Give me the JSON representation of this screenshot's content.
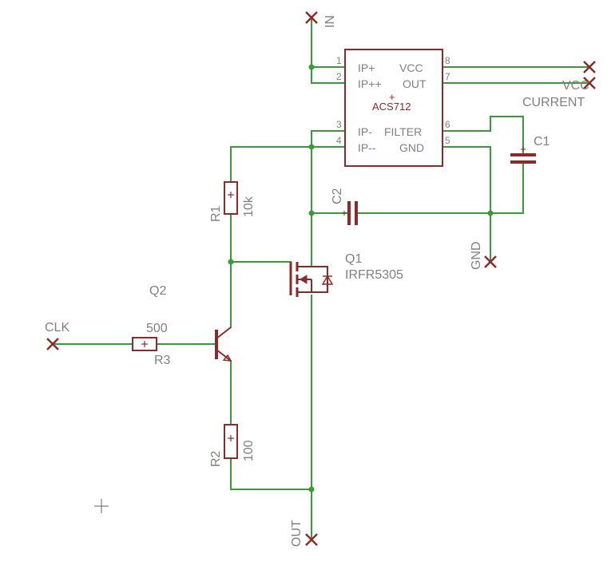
{
  "ic": {
    "name": "ACS712",
    "pins_left": [
      {
        "num": "1",
        "label": "IP+"
      },
      {
        "num": "2",
        "label": "IP++"
      },
      {
        "num": "3",
        "label": "IP-"
      },
      {
        "num": "4",
        "label": "IP--"
      }
    ],
    "pins_right": [
      {
        "num": "8",
        "label": "VCC"
      },
      {
        "num": "7",
        "label": "OUT"
      },
      {
        "num": "6",
        "label": "FILTER"
      },
      {
        "num": "5",
        "label": "GND"
      }
    ]
  },
  "nets": {
    "in": "IN",
    "vcc": "VCC",
    "current": "CURRENT",
    "gnd": "GND",
    "clk": "CLK",
    "out": "OUT"
  },
  "parts": {
    "c1": {
      "name": "C1"
    },
    "c2": {
      "name": "C2"
    },
    "r1": {
      "name": "R1",
      "value": "10k"
    },
    "r2": {
      "name": "R2",
      "value": "100"
    },
    "r3": {
      "name": "R3",
      "value": "500"
    },
    "q1": {
      "name": "Q1",
      "value": "IRFR5305"
    },
    "q2": {
      "name": "Q2"
    }
  },
  "colors": {
    "wire": "#3a9a3a",
    "part": "#8b2a2a",
    "label": "#808080"
  }
}
